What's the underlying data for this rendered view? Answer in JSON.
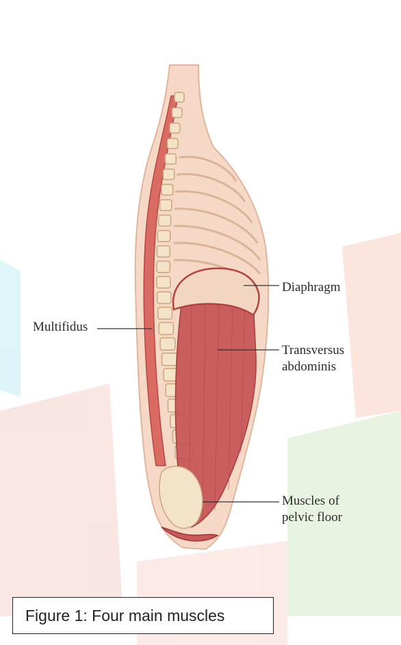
{
  "labels": {
    "diaphragm": "Diaphragm",
    "multifidus": "Multifidus",
    "transversus": "Transversus\nabdominis",
    "pelvic_floor": "Muscles of\npelvic floor"
  },
  "caption": "Figure 1: Four main muscles",
  "colors": {
    "skin": "#f5d9c6",
    "skin_outline": "#e2b49c",
    "muscle": "#c8585a",
    "muscle_dark": "#9e3436",
    "bone": "#f3e3c8",
    "bone_outline": "#caa57c",
    "leader_line": "#333333",
    "watermark_red": "#f6d3cf",
    "watermark_green": "#dff0d8",
    "watermark_cyan": "#d8f4f8"
  }
}
